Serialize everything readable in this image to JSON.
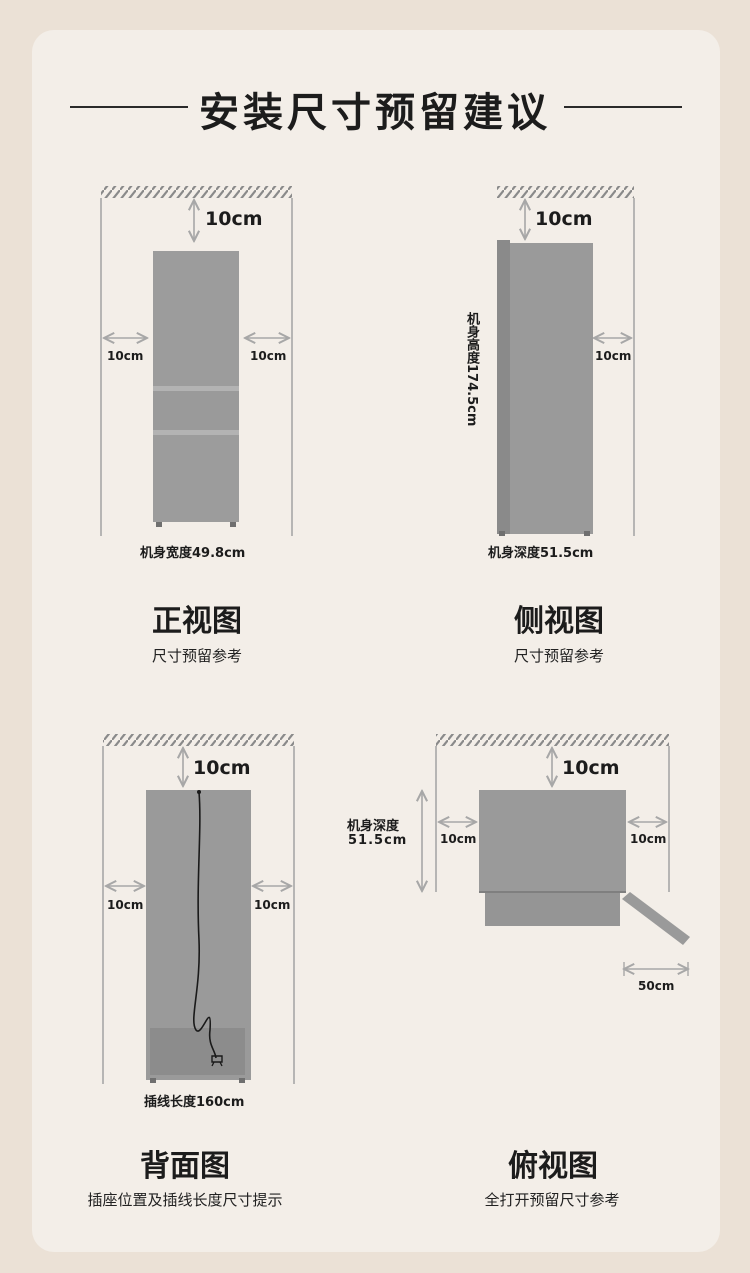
{
  "title": "安装尺寸预留建议",
  "front": {
    "title": "正视图",
    "subtitle": "尺寸预留参考",
    "top_gap": "10cm",
    "left_gap": "10cm",
    "right_gap": "10cm",
    "width_label": "机身宽度49.8cm"
  },
  "side": {
    "title": "侧视图",
    "subtitle": "尺寸预留参考",
    "top_gap": "10cm",
    "right_gap": "10cm",
    "height_label": "机身高度174.5cm",
    "depth_label": "机身深度51.5cm"
  },
  "back": {
    "title": "背面图",
    "subtitle": "插座位置及插线长度尺寸提示",
    "top_gap": "10cm",
    "left_gap": "10cm",
    "right_gap": "10cm",
    "cable_label": "插线长度160cm"
  },
  "top": {
    "title": "俯视图",
    "subtitle": "全打开预留尺寸参考",
    "top_gap": "10cm",
    "left_gap": "10cm",
    "right_gap": "10cm",
    "depth_label_line1": "机身深度",
    "depth_label_line2": "51.5cm",
    "door_gap": "50cm"
  },
  "colors": {
    "background": "#ebe1d6",
    "card": "#f3eee8",
    "fridge": "#9a9a9a",
    "line": "#a7a7a7",
    "text": "#1c1c1c"
  }
}
